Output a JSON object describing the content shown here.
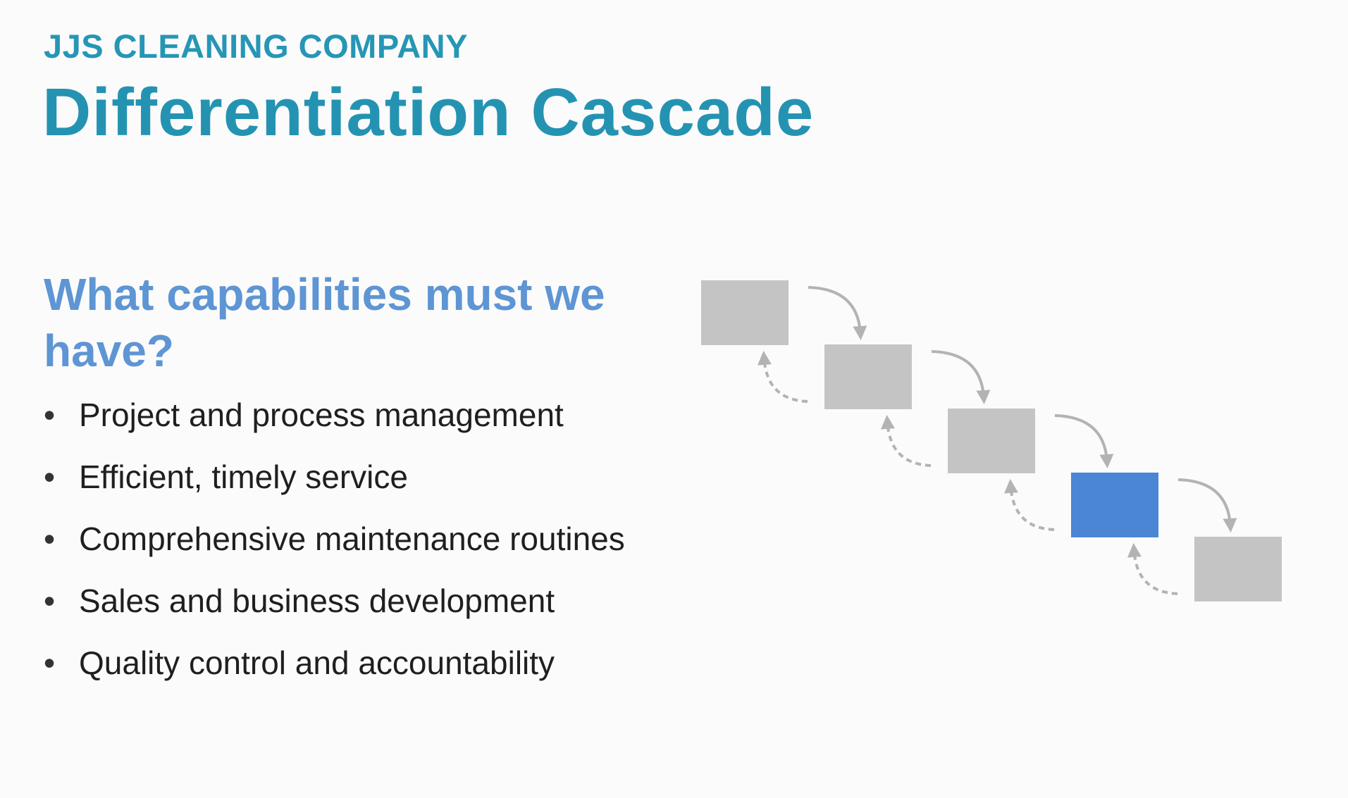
{
  "header": {
    "company": "JJS CLEANING COMPANY",
    "title": "Differentiation Cascade"
  },
  "content": {
    "question": "What capabilities must we have?",
    "bullets": [
      "Project and process management",
      "Efficient, timely service",
      "Comprehensive maintenance routines",
      "Sales and business development",
      "Quality control and accountability"
    ]
  },
  "cascade": {
    "step_count": 5,
    "highlighted_step": 4,
    "colors": {
      "step": "#c4c4c4",
      "highlight": "#4a86d4",
      "arrow": "#b3b3b3"
    }
  }
}
